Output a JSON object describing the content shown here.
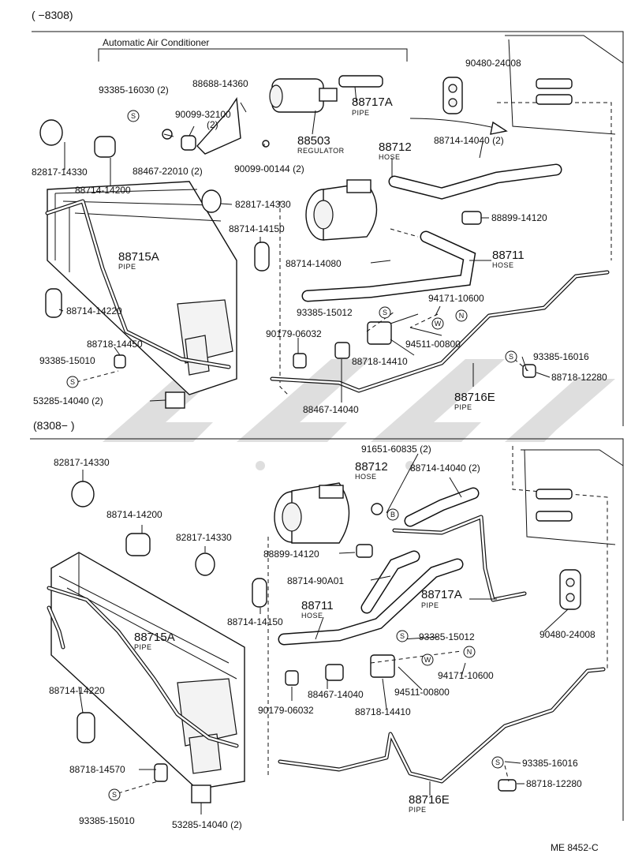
{
  "sections": {
    "top": {
      "range": "(      −8308)",
      "title": "Automatic Air Conditioner"
    },
    "bottom": {
      "range": "(8308−      )"
    }
  },
  "symbols": {
    "s": "S",
    "w": "W",
    "n": "N",
    "b": "B"
  },
  "top_labels": {
    "p90480_24008": "90480-24008",
    "p93385_16030": "93385-16030 (2)",
    "p88688_14360": "88688-14360",
    "p90099_32100": "90099-32100",
    "p90099_32100_qty": "(2)",
    "p88717A": "88717A",
    "p88717A_sub": "PIPE",
    "p88503": "88503",
    "p88503_sub": "REGULATOR",
    "p88712": "88712",
    "p88712_sub": "HOSE",
    "p88714_14040": "88714-14040 (2)",
    "p82817_14330_a": "82817-14330",
    "p88467_22010": "88467-22010 (2)",
    "p90099_00144": "90099-00144 (2)",
    "p88714_14200": "88714-14200",
    "p82817_14330_b": "82817-14330",
    "p88899_14120": "88899-14120",
    "p88714_14150": "88714-14150",
    "p88715A": "88715A",
    "p88715A_sub": "PIPE",
    "p88711": "88711",
    "p88711_sub": "HOSE",
    "p88714_14080": "88714-14080",
    "p88714_14220": "88714-14220",
    "p94171_10600": "94171-10600",
    "p93385_15012": "93385-15012",
    "p90179_06032": "90179-06032",
    "p94511_00800": "94511-00800",
    "p88718_14450": "88718-14450",
    "p93385_15010": "93385-15010",
    "p88718_14410": "88718-14410",
    "p93385_16016": "93385-16016",
    "p88718_12280": "88718-12280",
    "p88716E": "88716E",
    "p88716E_sub": "PIPE",
    "p53285_14040": "53285-14040 (2)",
    "p88467_14040": "88467-14040"
  },
  "bottom_labels": {
    "p82817_14330_a": "82817-14330",
    "p91651_60835": "91651-60835 (2)",
    "p88712": "88712",
    "p88712_sub": "HOSE",
    "p88714_14040": "88714-14040 (2)",
    "p88714_14200": "88714-14200",
    "p82817_14330_b": "82817-14330",
    "p88899_14120": "88899-14120",
    "p88714_90A01": "88714-90A01",
    "p88717A": "88717A",
    "p88717A_sub": "PIPE",
    "p88714_14150": "88714-14150",
    "p88711": "88711",
    "p88711_sub": "HOSE",
    "p90480_24008": "90480-24008",
    "p88715A": "88715A",
    "p88715A_sub": "PIPE",
    "p93385_15012": "93385-15012",
    "p94171_10600": "94171-10600",
    "p88714_14220": "88714-14220",
    "p88467_14040": "88467-14040",
    "p94511_00800": "94511-00800",
    "p90179_06032": "90179-06032",
    "p88718_14410": "88718-14410",
    "p93385_16016": "93385-16016",
    "p88718_14570": "88718-14570",
    "p88718_12280": "88718-12280",
    "p88716E": "88716E",
    "p88716E_sub": "PIPE",
    "p93385_15010": "93385-15010",
    "p53285_14040": "53285-14040 (2)"
  },
  "footer": {
    "code": "ME  8452-C"
  }
}
